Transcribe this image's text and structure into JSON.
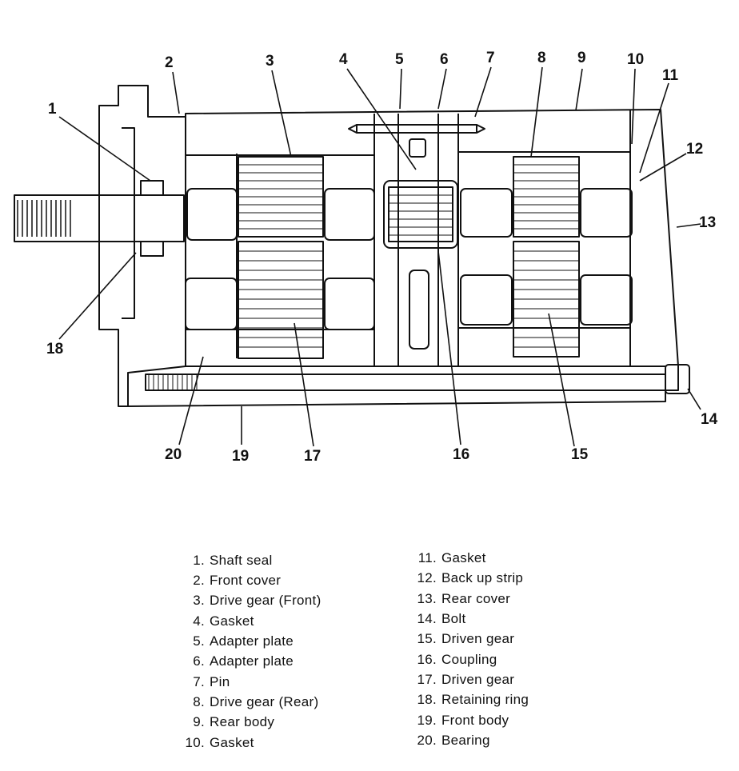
{
  "callouts": [
    "1",
    "2",
    "3",
    "4",
    "5",
    "6",
    "7",
    "8",
    "9",
    "10",
    "11",
    "12",
    "13",
    "14",
    "15",
    "16",
    "17",
    "18",
    "19",
    "20"
  ],
  "legend": [
    {
      "num": "1.",
      "label": "Shaft seal"
    },
    {
      "num": "2.",
      "label": "Front cover"
    },
    {
      "num": "3.",
      "label": "Drive gear (Front)"
    },
    {
      "num": "4.",
      "label": "Gasket"
    },
    {
      "num": "5.",
      "label": "Adapter plate"
    },
    {
      "num": "6.",
      "label": "Adapter plate"
    },
    {
      "num": "7.",
      "label": "Pin"
    },
    {
      "num": "8.",
      "label": "Drive gear (Rear)"
    },
    {
      "num": "9.",
      "label": "Rear body"
    },
    {
      "num": "10.",
      "label": "Gasket"
    },
    {
      "num": "11.",
      "label": "Gasket"
    },
    {
      "num": "12.",
      "label": "Back up strip"
    },
    {
      "num": "13.",
      "label": "Rear cover"
    },
    {
      "num": "14.",
      "label": "Bolt"
    },
    {
      "num": "15.",
      "label": "Driven gear"
    },
    {
      "num": "16.",
      "label": "Coupling"
    },
    {
      "num": "17.",
      "label": "Driven gear"
    },
    {
      "num": "18.",
      "label": "Retaining ring"
    },
    {
      "num": "19.",
      "label": "Front body"
    },
    {
      "num": "20.",
      "label": "Bearing"
    }
  ]
}
